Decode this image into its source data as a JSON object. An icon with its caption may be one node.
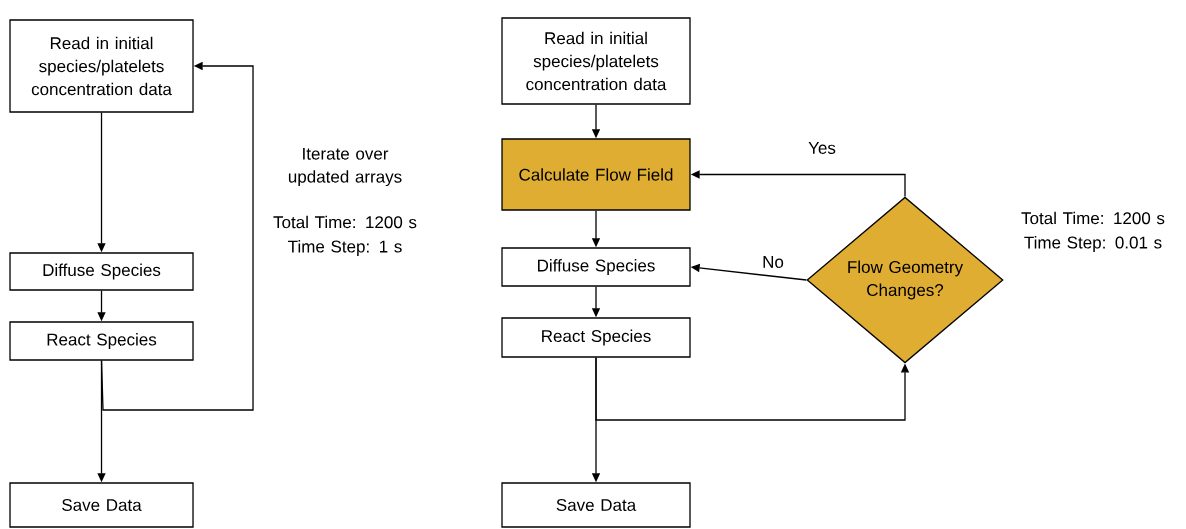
{
  "diagram": {
    "nodes": [
      {
        "text": [
          "Read in initial species/platelets concentration data"
        ]
      },
      {
        "text": [
          "Diffuse Species"
        ]
      },
      {
        "text": [
          "React Species"
        ]
      },
      {
        "text": [
          "Save Data"
        ]
      },
      {
        "text": [
          "Read in initial species/platelets concentration data"
        ]
      },
      {
        "text": [
          "Calculate Flow Field"
        ]
      },
      {
        "text": [
          "Diffuse Species"
        ]
      },
      {
        "text": [
          "React Species"
        ]
      },
      {
        "text": [
          "Flow Geometry Changes?"
        ]
      },
      {
        "text": [
          "Save Data"
        ]
      }
    ],
    "edges": [
      {
        "from": 0,
        "to": 1,
        "arrow": "to"
      },
      {
        "from": 1,
        "to": 2,
        "arrow": "to"
      },
      {
        "from": 2,
        "to": 3,
        "arrow": "to"
      },
      {
        "from": 2,
        "to": 0,
        "arrow": "to"
      },
      {
        "from": 4,
        "to": 5,
        "arrow": "to"
      },
      {
        "from": 5,
        "to": 6,
        "arrow": "to"
      },
      {
        "from": 6,
        "to": 7,
        "arrow": "to"
      },
      {
        "from": 7,
        "to": 9,
        "arrow": "to"
      },
      {
        "from": 7,
        "to": 8,
        "arrow": "to"
      },
      {
        "from": 8,
        "to": 5,
        "arrow": "to",
        "label": "Yes"
      },
      {
        "from": 8,
        "to": 6,
        "arrow": "to",
        "label": "No"
      }
    ],
    "labels": [
      "Iterate over updated arrays",
      "Total Time: 1200 s",
      "Time Step: 1 s",
      "Total Time: 1200 s",
      "Time Step: 0.01 s"
    ]
  }
}
